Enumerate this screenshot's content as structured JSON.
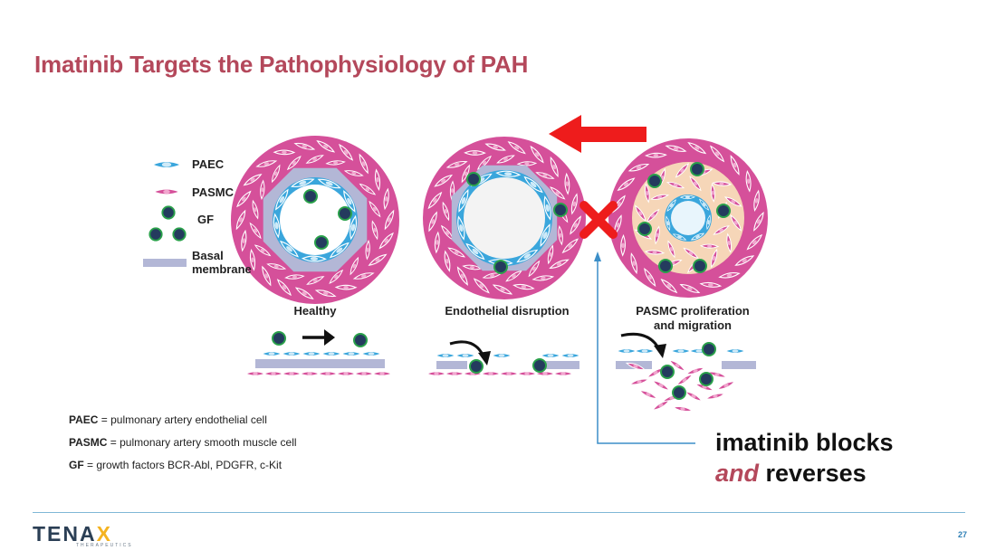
{
  "title": "Imatinib Targets the Pathophysiology of PAH",
  "legend": {
    "paec": "PAEC",
    "pasmc": "PASMC",
    "gf": "GF",
    "basal_line1": "Basal",
    "basal_line2": "membrane"
  },
  "panels": {
    "healthy": "Healthy",
    "disruption": "Endothelial disruption",
    "proliferation_line1": "PASMC proliferation",
    "proliferation_line2": "and migration"
  },
  "definitions": [
    {
      "term": "PAEC",
      "text": " = pulmonary artery endothelial cell"
    },
    {
      "term": "PASMC",
      "text": " = pulmonary artery smooth muscle cell"
    },
    {
      "term": "GF",
      "text": " = growth factors BCR-Abl, PDGFR, c-Kit"
    }
  ],
  "callout": {
    "line1": "imatinib blocks",
    "em": "and",
    "rest": " reverses"
  },
  "footer": {
    "logo_main": "TENA",
    "logo_x": "X",
    "logo_sub": "THERAPEUTICS",
    "page_number": "27"
  },
  "colors": {
    "title": "#b4485b",
    "pasmc_fill": "#d5509a",
    "pasmc_light": "#ee96c4",
    "paec_fill": "#3aa6dc",
    "paec_light": "#cfeaf8",
    "gf_fill": "#243b5e",
    "gf_ring": "#29a04a",
    "basal": "#b3b7d6",
    "block_red": "#ee1c1c",
    "pointer": "#3b8ec8"
  }
}
